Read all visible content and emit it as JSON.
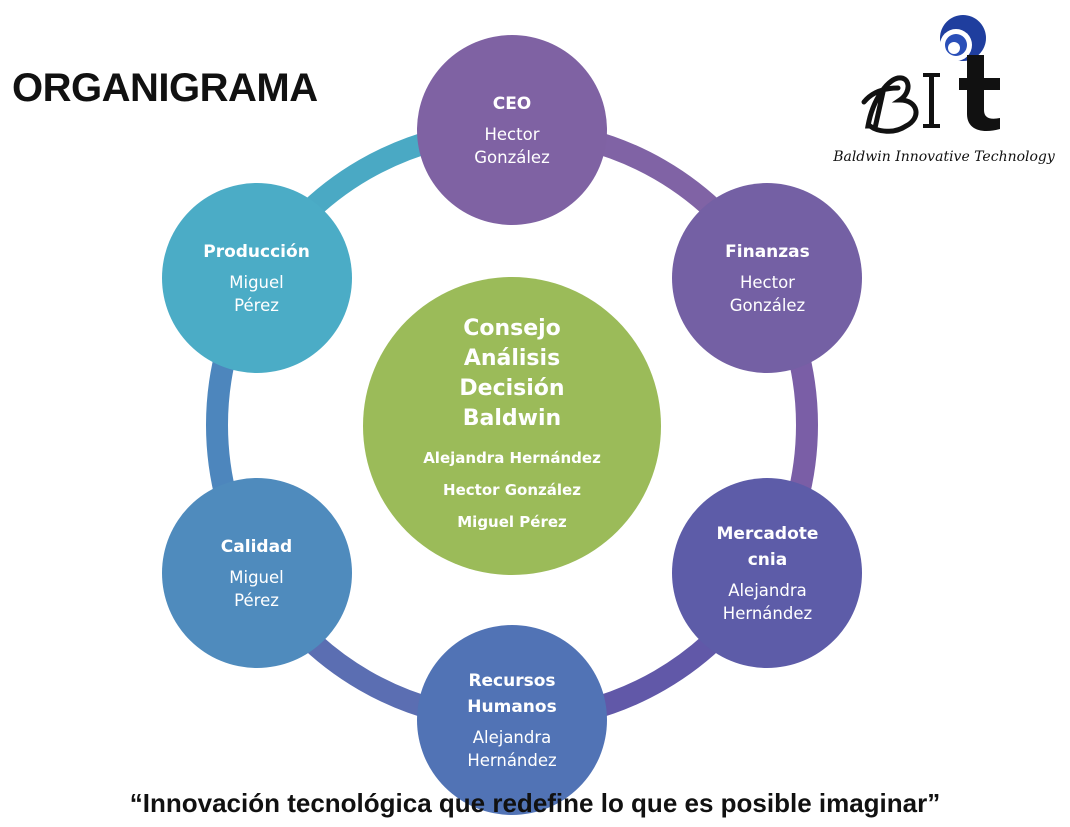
{
  "title": "ORGANIGRAMA",
  "logo": {
    "letters": "BIT",
    "caption": "Baldwin Innovative Technology"
  },
  "center": {
    "title_lines": [
      "Consejo",
      "Análisis",
      "Decisión",
      "Baldwin"
    ],
    "members": [
      "Alejandra Hernández",
      "Hector González",
      "Miguel Pérez"
    ],
    "color": "#9BBB59"
  },
  "nodes": [
    {
      "title": "CEO",
      "person": [
        "Hector",
        "González"
      ],
      "color": "#7F62A3"
    },
    {
      "title": "Finanzas",
      "person": [
        "Hector",
        "González"
      ],
      "color": "#7460A4"
    },
    {
      "title": "Mercadote cnia",
      "person": [
        "Alejandra",
        "Hernández"
      ],
      "color": "#5D5CA8"
    },
    {
      "title": "Recursos Humanos",
      "person": [
        "Alejandra",
        "Hernández"
      ],
      "color": "#5173B5"
    },
    {
      "title": "Calidad",
      "person": [
        "Miguel",
        "Pérez"
      ],
      "color": "#4F8BBD"
    },
    {
      "title": "Producción",
      "person": [
        "Miguel",
        "Pérez"
      ],
      "color": "#4BACC6"
    }
  ],
  "ring_colors": [
    "#8063A5",
    "#7A5EA6",
    "#6158A8",
    "#5B6EB2",
    "#4D86BD",
    "#4AA9C4"
  ],
  "slogan": "“Innovación tecnológica que redefine lo que es posible imaginar”"
}
